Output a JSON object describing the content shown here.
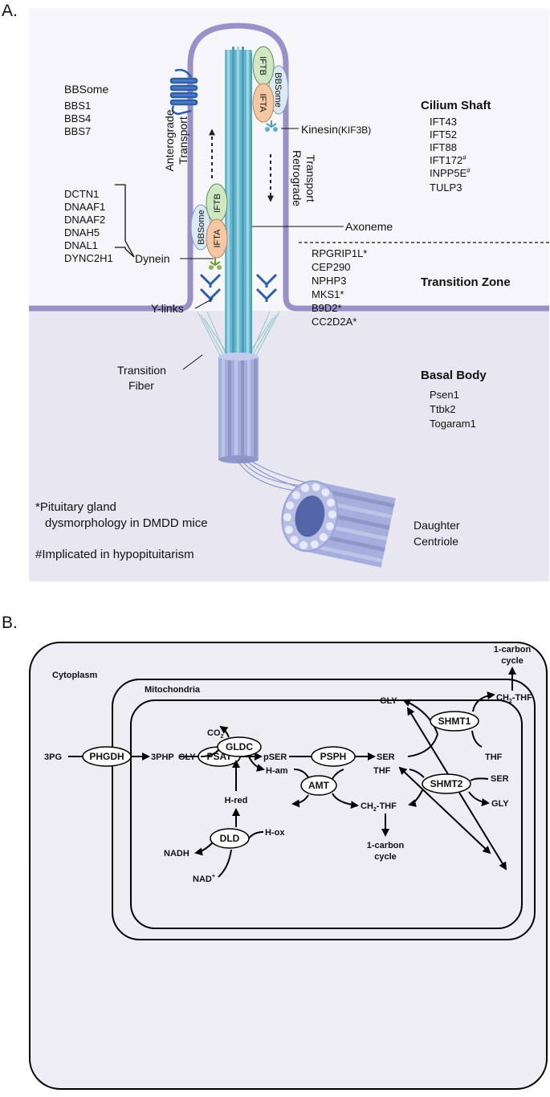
{
  "panel_a": {
    "label": "A.",
    "bbsome_title": "BBSome",
    "bbsome_genes": [
      "BBS1",
      "BBS4",
      "BBS7"
    ],
    "dynein_genes": [
      "DCTN1",
      "DNAAF1",
      "DNAAF2",
      "DNAH5",
      "DNAL1",
      "DYNC2H1"
    ],
    "dynein_label": "Dynein",
    "ylinks_label": "Y-links",
    "transition_fiber_label": [
      "Transition",
      "Fiber"
    ],
    "anterograde_label": [
      "Anterograde",
      "Transport"
    ],
    "retrograde_label": [
      "Retrograde",
      "Transport"
    ],
    "kinesin_label": "Kinesin",
    "kinesin_sub": "(KIF3B)",
    "axoneme_label": "Axoneme",
    "iftb_label": "IFTB",
    "ifta_label": "IFTA",
    "bbsome_small": "BBSome",
    "cilium_shaft_title": "Cilium Shaft",
    "cilium_shaft_genes": [
      "IFT43",
      "IFT52",
      "IFT88",
      "IFT172",
      "INPP5E",
      "TULP3"
    ],
    "hash_mark": "#",
    "transition_zone_title": "Transition Zone",
    "transition_zone_genes": [
      "RPGRIP1L*",
      "CEP290",
      "NPHP3",
      "MKS1*",
      "B9D2*",
      "CC2D2A*"
    ],
    "basal_body_title": "Basal Body",
    "basal_body_genes": [
      "Psen1",
      "Ttbk2",
      "Togaram1"
    ],
    "note1": [
      "*Pituitary gland",
      "dysmorphology in DMDD mice"
    ],
    "note2": "#Implicated in hypopituitarism",
    "daughter_label": [
      "Daughter",
      "Centriole"
    ]
  },
  "panel_b": {
    "label": "B.",
    "cytoplasm_label": "Cytoplasm",
    "mito_label": "Mitochondria",
    "nodes": {
      "p3pg": "3PG",
      "p3php": "3PHP",
      "pser": "pSER",
      "ser": "SER",
      "gly": "GLY",
      "ch2thf": "CH",
      "ch2thf_sub": "2",
      "ch2thf_end": "-THF",
      "thf": "THF",
      "onecarbon": [
        "1-carbon",
        "cycle"
      ],
      "co2": "CO",
      "co2_sub": "2",
      "hyam": "H-am",
      "hred": "H-red",
      "hox": "H-ox",
      "nadh": "NADH",
      "nad": "NAD",
      "nad_sup": "+"
    },
    "enzymes": {
      "phgdh": "PHGDH",
      "psat": "PSAT",
      "psph": "PSPH",
      "shmt1": "SHMT1",
      "gldc": "GLDC",
      "dld": "DLD",
      "amt": "AMT",
      "shmt2": "SHMT2"
    }
  },
  "colors": {
    "membrane": "#9b8fc8",
    "membrane_fill": "#f4f3fa",
    "cell_fill": "#e9e8f2",
    "axoneme": "#66b9d0",
    "basal": "#a5aedc",
    "ylinks": "#2f5fa8",
    "iftb": "#cfe8c3",
    "ifta": "#f5c8a5",
    "bbsome": "#dbe9f4",
    "panel_b_bg": "#eeedf3"
  }
}
